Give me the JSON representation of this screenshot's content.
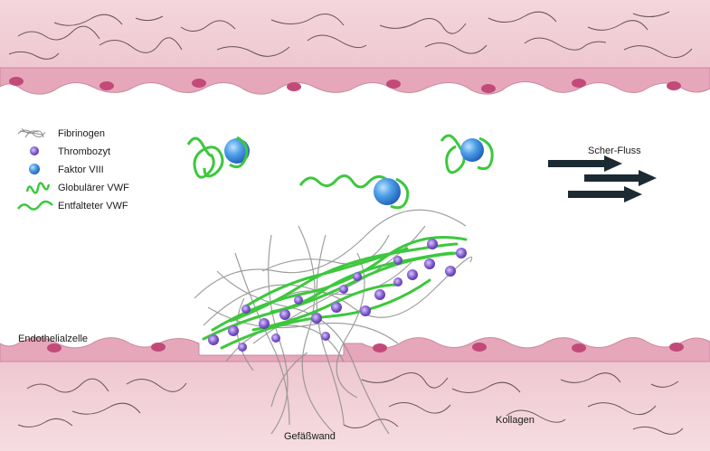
{
  "legend": {
    "items": [
      {
        "key": "fibrinogen",
        "label": "Fibrinogen"
      },
      {
        "key": "thrombocyte",
        "label": "Thrombozyt"
      },
      {
        "key": "factor8",
        "label": "Faktor VIII"
      },
      {
        "key": "globular_vwf",
        "label": "Globulärer VWF"
      },
      {
        "key": "unfolded_vwf",
        "label": "Entfalteter VWF"
      }
    ]
  },
  "labels": {
    "shear_flow": "Scher-Fluss",
    "endothelial_cell": "Endothelialzelle",
    "collagen": "Kollagen",
    "vessel_wall": "Gefäßwand"
  },
  "colors": {
    "tissue": "#f2d2d8",
    "tissue_dark": "#e4b2bd",
    "endothelium": "#e6a7bb",
    "nucleus": "#c24a79",
    "vwf": "#3cc83c",
    "factor8": "#3d8fe0",
    "platelet": "#7a55c8",
    "arrow": "#1b2a33",
    "collagen_fiber": "#3a2a2e",
    "fibrin": "#8f8f8f"
  }
}
